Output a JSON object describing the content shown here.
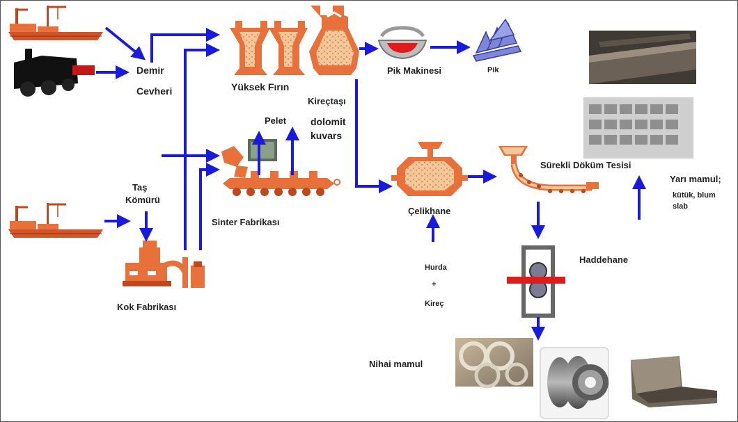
{
  "labels": {
    "demir": "Demir",
    "cevheri": "Cevheri",
    "yuksek_firin": "Yüksek Fırın",
    "pik_makinesi": "Pik Makinesi",
    "pik": "Pik",
    "kirectasi": "Kireçtaşı",
    "dolomit": "dolomit",
    "kuvars": "kuvars",
    "pelet": "Pelet",
    "sinter_fabrikasi": "Sinter Fabrikası",
    "tas": "Taş",
    "komuru": "Kömürü",
    "kok_fabrikasi": "Kok Fabrikası",
    "celikhane": "Çelikhane",
    "hurda": "Hurda",
    "plus": "+",
    "kirec": "Kireç",
    "surekli_dokum": "Sürekli Döküm Tesisi",
    "yari_mamul": "Yarı mamul;",
    "kutuk_blum": "kütük, blum",
    "slab": "slab",
    "haddehane": "Haddehane",
    "nihai_mamul": "Nihai mamul"
  },
  "colors": {
    "arrow": "#1a1adc",
    "furnace_orange": "#e8703a",
    "furnace_fill": "#f3c79a",
    "roll_red": "#e01b1b",
    "coil_gray": "#8a8a8a"
  },
  "icons": [
    "ship-icon",
    "train-icon",
    "blast-furnace-icon",
    "ladle-icon",
    "pig-iron-icon",
    "sinter-plant-icon",
    "coke-plant-icon",
    "converter-icon",
    "caster-icon",
    "rolling-mill-icon",
    "steel-slab-photo",
    "steel-billet-photo",
    "wire-coil-photo",
    "steel-coil-photo",
    "steel-angle-photo"
  ]
}
